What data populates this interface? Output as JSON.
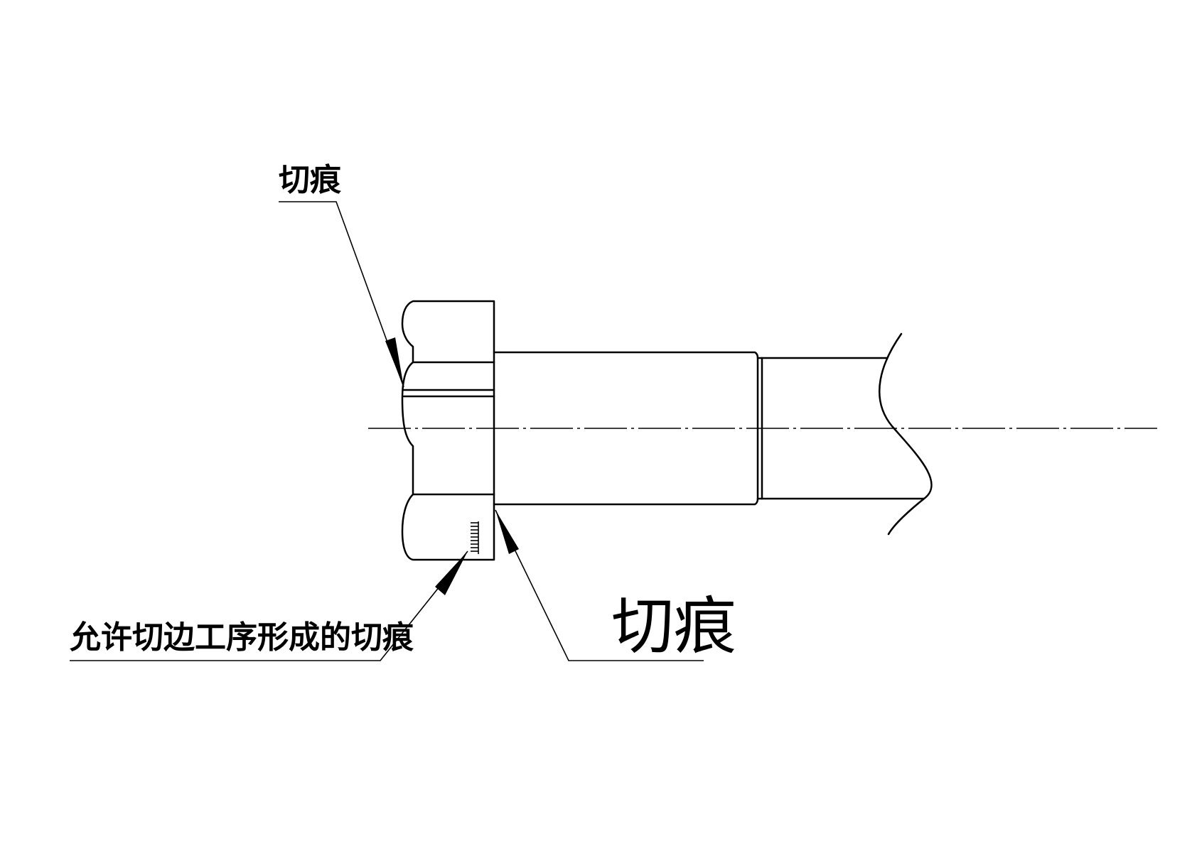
{
  "labels": {
    "top_cut_mark": "切痕",
    "bottom_cut_mark": "切痕",
    "trimming_note": "允许切边工序形成的切痕"
  }
}
